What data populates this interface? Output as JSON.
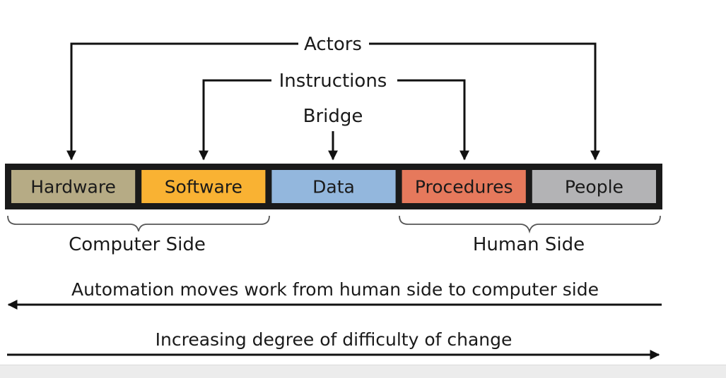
{
  "labels": {
    "actors": "Actors",
    "instructions": "Instructions",
    "bridge": "Bridge",
    "computer_side": "Computer Side",
    "human_side": "Human Side",
    "automation": "Automation moves work from human side to computer side",
    "difficulty": "Increasing degree of difficulty of change"
  },
  "components": [
    {
      "name": "Hardware",
      "color": "#b6ab85"
    },
    {
      "name": "Software",
      "color": "#f9b233"
    },
    {
      "name": "Data",
      "color": "#93b7dd"
    },
    {
      "name": "Procedures",
      "color": "#e6795c"
    },
    {
      "name": "People",
      "color": "#b3b3b5"
    }
  ],
  "colors": {
    "band": "#1a1a1a",
    "line": "#111111",
    "text": "#1a1a1a",
    "brace": "#555555"
  }
}
